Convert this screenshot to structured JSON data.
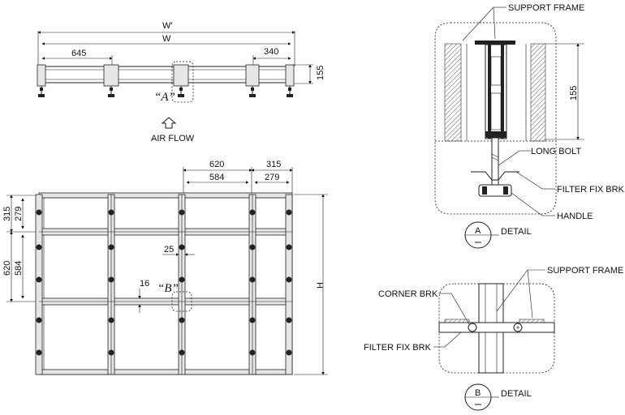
{
  "top_view": {
    "dim_w_prime": "W'",
    "dim_w": "W",
    "dim_645": "645",
    "dim_340": "340",
    "dim_155": "155",
    "callout_a": "“A”",
    "air_flow": "AIR FLOW"
  },
  "plan_view": {
    "dim_620_top": "620",
    "dim_584_top": "584",
    "dim_315_top": "315",
    "dim_279_top": "279",
    "dim_315_left": "315",
    "dim_279_left": "279",
    "dim_620_left": "620",
    "dim_584_left": "584",
    "dim_25": "25",
    "dim_16": "16",
    "dim_h": "H",
    "callout_b": "“B”"
  },
  "detail_a": {
    "support_frame": "SUPPORT FRAME",
    "dim_155": "155",
    "long_bolt": "LONG BOLT",
    "filter_fix_brk": "FILTER FIX BRK",
    "handle": "HANDLE",
    "letter": "A",
    "title": "DETAIL"
  },
  "detail_b": {
    "support_frame": "SUPPORT FRAME",
    "corner_brk": "CORNER BRK",
    "filter_fix_brk": "FILTER FIX BRK",
    "letter": "B",
    "title": "DETAIL"
  }
}
